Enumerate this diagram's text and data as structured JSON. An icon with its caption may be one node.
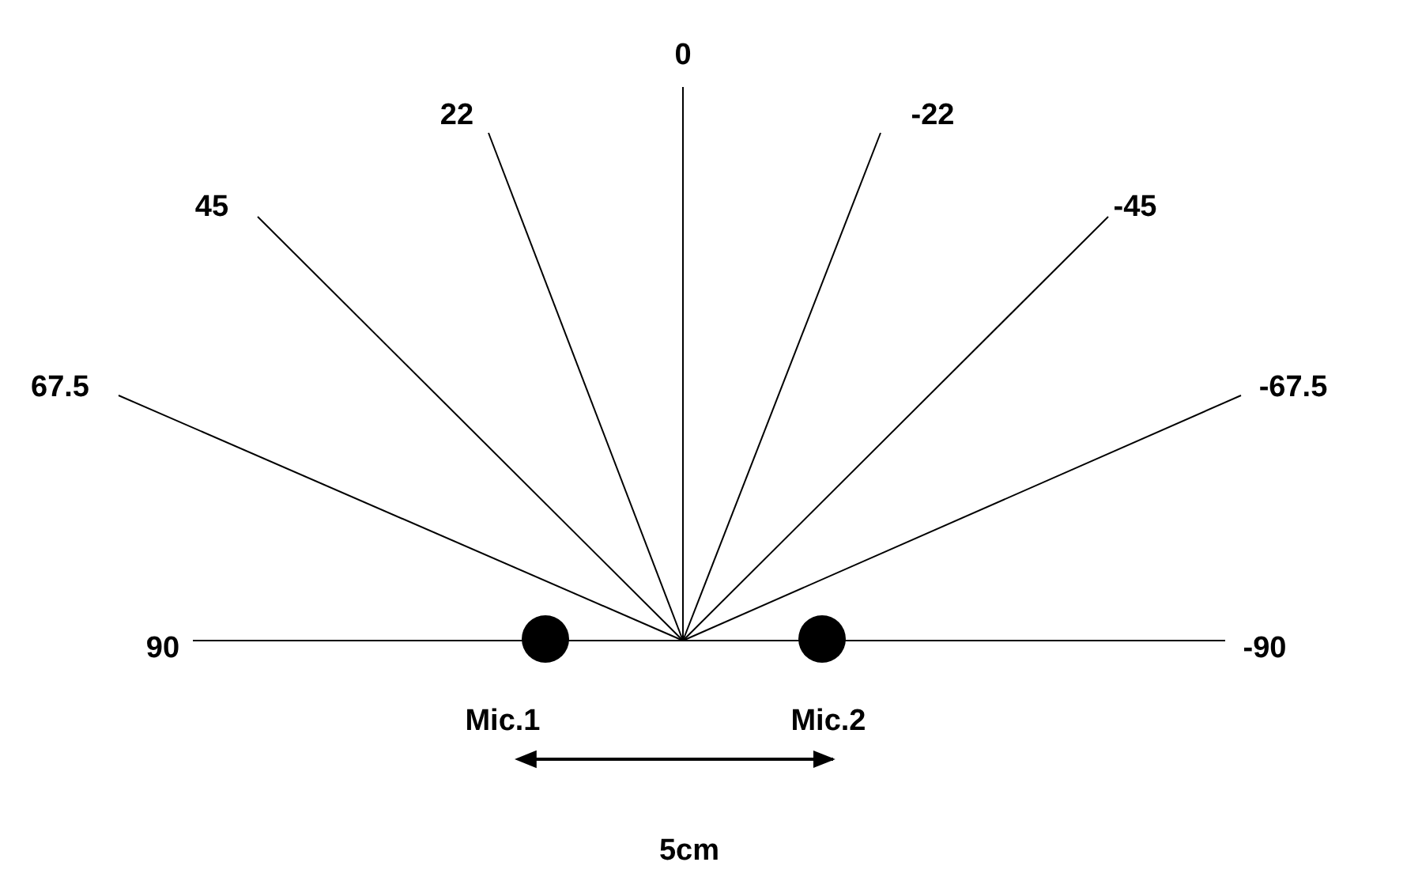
{
  "diagram": {
    "labels": [
      "0",
      "22",
      "-22",
      "45",
      "-45",
      "67.5",
      "-67.5",
      "90",
      "-90",
      "Mic.1",
      "Mic.2",
      "5cm"
    ]
  }
}
